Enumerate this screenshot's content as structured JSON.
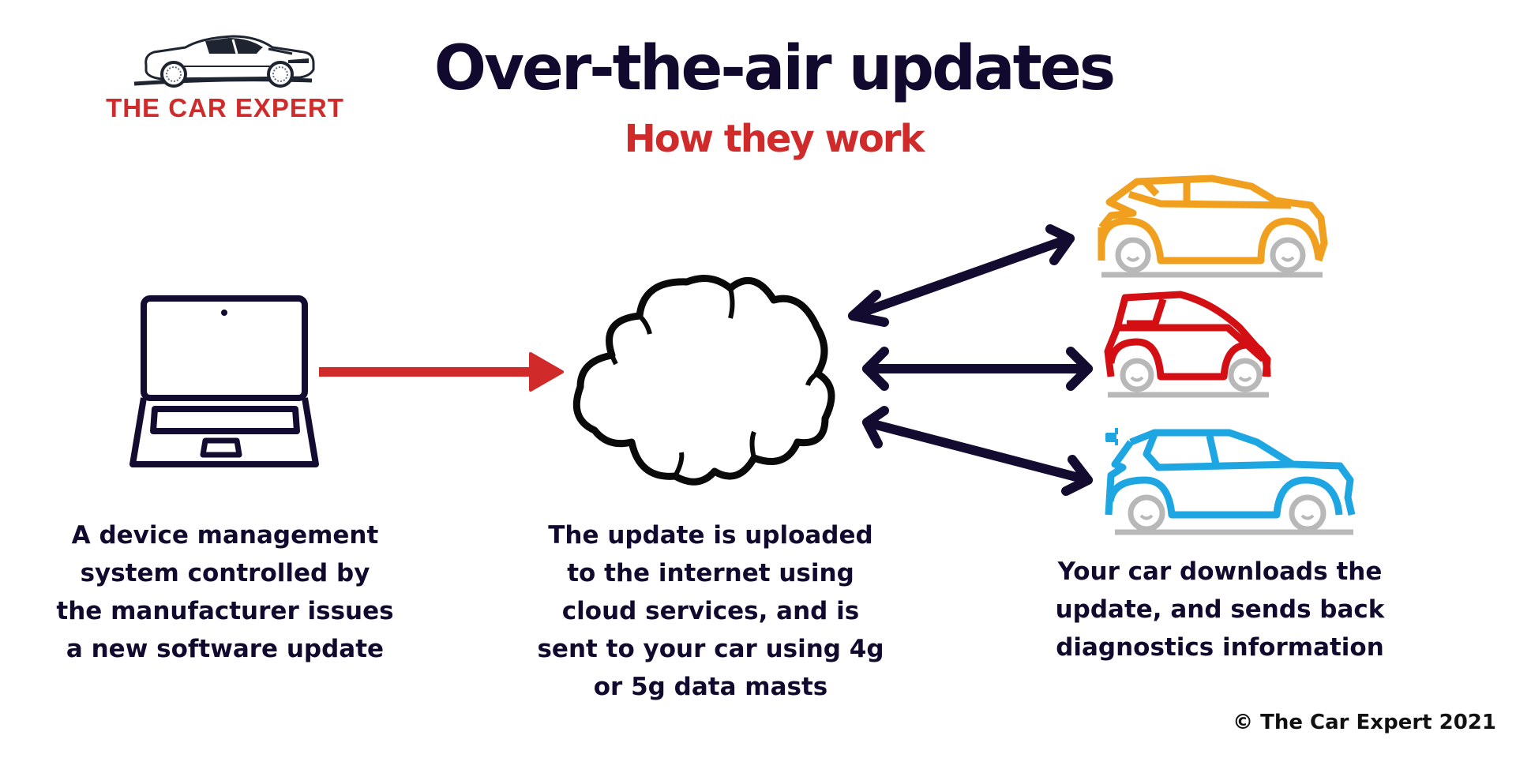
{
  "header": {
    "title": "Over-the-air updates",
    "subtitle": "How they work"
  },
  "logo": {
    "text": "THE CAR EXPERT",
    "icon": "sports-car-logo-icon"
  },
  "steps": [
    {
      "icon": "laptop-icon",
      "caption_lines": [
        "A device management",
        "system controlled by",
        "the manufacturer issues",
        "a new software update"
      ]
    },
    {
      "icon": "cloud-icon",
      "caption_lines": [
        "The update is uploaded",
        "to the internet using",
        "cloud services, and is",
        "sent to your car using 4g",
        "or 5g data masts"
      ]
    },
    {
      "icon": "cars-icon",
      "caption_lines": [
        "Your car downloads the",
        "update, and sends back",
        "diagnostics information"
      ]
    }
  ],
  "cars": [
    {
      "name": "suv-car-icon",
      "color": "#f0a01e"
    },
    {
      "name": "hatchback-car-icon",
      "color": "#d40f14"
    },
    {
      "name": "electric-car-icon",
      "color": "#1ea6e3"
    }
  ],
  "arrows": {
    "laptop_to_cloud": {
      "color": "#d12a2a",
      "direction": "one-way"
    },
    "cloud_to_cars": {
      "color": "#140b30",
      "direction": "two-way",
      "count": 3
    }
  },
  "colors": {
    "navy": "#120a2e",
    "red": "#d12a2a",
    "orange": "#f0a01e",
    "car_red": "#d40f14",
    "blue": "#1ea6e3",
    "wheel_grey": "#b8b8b8"
  },
  "footer": {
    "copyright": "© The Car Expert 2021"
  }
}
